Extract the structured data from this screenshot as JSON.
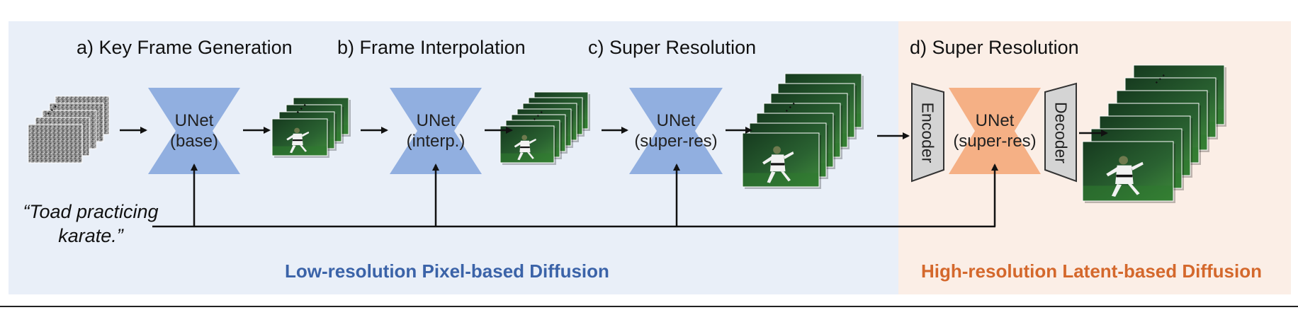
{
  "stages": {
    "a": "a) Key Frame Generation",
    "b": "b) Frame Interpolation",
    "c": "c) Super Resolution",
    "d": "d) Super Resolution"
  },
  "unets": {
    "base": {
      "line1": "UNet",
      "line2": "(base)"
    },
    "interp": {
      "line1": "UNet",
      "line2": "(interp.)"
    },
    "superres1": {
      "line1": "UNet",
      "line2": "(super-res)"
    },
    "superres2": {
      "line1": "UNet",
      "line2": "(super-res)"
    }
  },
  "encoder": "Encoder",
  "decoder": "Decoder",
  "prompt": {
    "line1": "“Toad practicing",
    "line2": "karate.”"
  },
  "ellipsis": "…",
  "sections": {
    "left": "Low-resolution Pixel-based Diffusion",
    "right": "High-resolution Latent-based Diffusion"
  },
  "colors": {
    "left_bg": "#e9eff8",
    "right_bg": "#fbeee6",
    "unet_blue": "#91afe0",
    "unet_orange": "#f5b085",
    "enc_gray": "#d4d4d4",
    "left_label": "#3b63a8",
    "right_label": "#d4682c"
  }
}
